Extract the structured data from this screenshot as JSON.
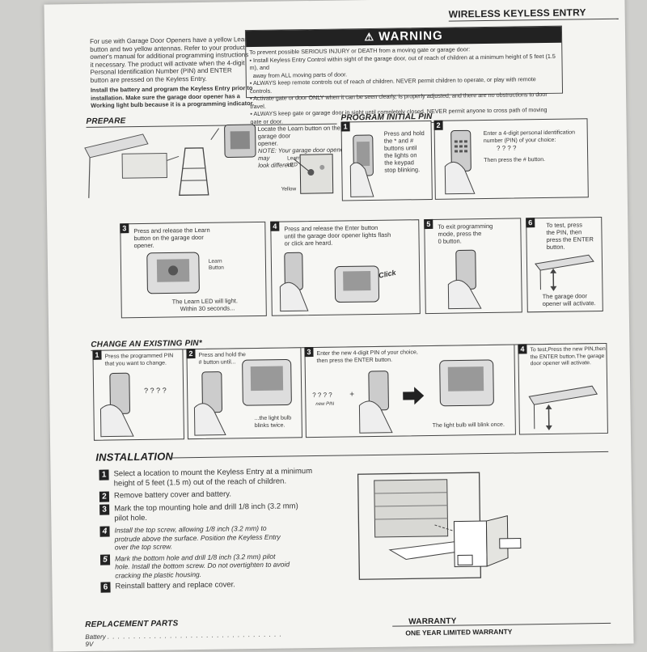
{
  "title": "WIRELESS KEYLESS ENTRY",
  "intro": {
    "lines": [
      "For use with Garage Door Openers have a yellow Learn",
      "button and two yellow antennas. Refer to your product",
      "owner's manual for additional programming instructions",
      "it necessary. The product will activate when the 4-digit",
      "Personal Identification Number (PIN) and ENTER",
      "button are pressed on the Keyless Entry."
    ],
    "bold_lines": [
      "Install the battery and program the Keyless Entry prior to",
      "installation. Make sure the garage door opener has a",
      "Working light bulb because it is a programming indicator."
    ]
  },
  "warning": {
    "heading": "WARNING",
    "lead": "To prevent possible SERIOUS INJURY or DEATH from a moving gate or garage door:",
    "bullets": [
      "• Install Keyless Entry Control within sight of the garage door, out of reach of children at a minimum height of 5 feet (1.5 m), and",
      "  away from ALL moving parts of door.",
      "• ALWAYS keep remote controls out of reach of children. NEVER permit children to operate, or play with remote controls.",
      "• Activate gate or door ONLY when it can be seen clearly, is properly adjusted, and there are no obstructions to door travel.",
      "• ALWAYS keep gate or garage door in sight until completely closed. NEVER permit anyone to cross path of moving gate or door."
    ]
  },
  "prepare": {
    "heading": "PREPARE",
    "line1": "Locate the Learn button on the garage door",
    "line2": "opener.",
    "note1": "NOTE: Your garage door opener may",
    "note2": "look different.",
    "learn_label": "Learn",
    "led_label": "LED",
    "yellow_label": "Yellow"
  },
  "program_initial": {
    "heading": "PROGRAM INITIAL PIN",
    "step1": [
      "Press and hold",
      "the * and #",
      "buttons until",
      "the lights on",
      "the keypad",
      "stop blinking."
    ],
    "step2": [
      "Enter a 4-digit personal identification",
      "number (PIN) of your choice:"
    ],
    "step2_pin": "? ? ? ?",
    "step2_after": "Then press the # button."
  },
  "steps_row": {
    "s3": [
      "Press and release the Learn",
      "button on the garage door",
      "opener."
    ],
    "s3_label1": "Learn",
    "s3_label2": "Button",
    "s3_foot1": "The Learn LED will light.",
    "s3_foot2": "Within 30 seconds...",
    "s4": [
      "Press and release the Enter button",
      "until the garage door opener lights flash",
      "or click are heard."
    ],
    "s4_click": "Click",
    "s5": [
      "To exit programming",
      "mode, press the",
      "0 button."
    ],
    "s6": [
      "To test, press",
      "the PIN, then",
      "press the ENTER",
      "button."
    ],
    "s6_foot1": "The garage door",
    "s6_foot2": "opener will activate."
  },
  "change_pin": {
    "heading": "CHANGE AN EXISTING PIN*",
    "c1": [
      "Press the programmed PIN",
      "that you want to change."
    ],
    "c1_pin": "? ? ? ?",
    "c2": [
      "Press and hold the",
      "# button until..."
    ],
    "c2_foot1": "...the light bulb",
    "c2_foot2": "blinks twice.",
    "c3": [
      "Enter the new 4-digit PIN of your choice,",
      "then press the ENTER button."
    ],
    "c3_pin": "? ? ? ?",
    "c3_plus": "+",
    "c3_newpin": "new PIN",
    "c3_foot": "The light bulb will blink once.",
    "c4": [
      "To test,Press the new PIN,then",
      "the ENTER button.The garage",
      "door opener will activate."
    ]
  },
  "installation": {
    "heading": "INSTALLATION",
    "steps": [
      {
        "n": "1",
        "lines": [
          "Select a location to mount the Keyless Entry at a minimum",
          "height of 5 feet (1.5 m) out of the reach of children."
        ]
      },
      {
        "n": "2",
        "lines": [
          "Remove battery cover and battery."
        ]
      },
      {
        "n": "3",
        "lines": [
          "Mark the top mounting hole and drill 1/8 inch (3.2 mm)",
          "pilot hole."
        ]
      },
      {
        "n": "4",
        "lines": [
          "Install the top screw, allowing 1/8 inch (3.2 mm) to",
          "protrude above the surface. Position the Keyless Entry",
          "over the top screw."
        ]
      },
      {
        "n": "5",
        "lines": [
          "Mark the bottom hole and drill 1/8 inch (3.2 mm) pilot",
          "hole. Install the bottom screw. Do not overtighten to avoid",
          "cracking the plastic housing."
        ]
      },
      {
        "n": "6",
        "lines": [
          "Reinstall battery and replace cover."
        ]
      }
    ]
  },
  "replacement": {
    "heading": "REPLACEMENT PARTS",
    "item": "Battery",
    "value": "9V"
  },
  "warranty": {
    "heading": "WARRANTY",
    "sub": "ONE YEAR LIMITED WARRANTY"
  }
}
